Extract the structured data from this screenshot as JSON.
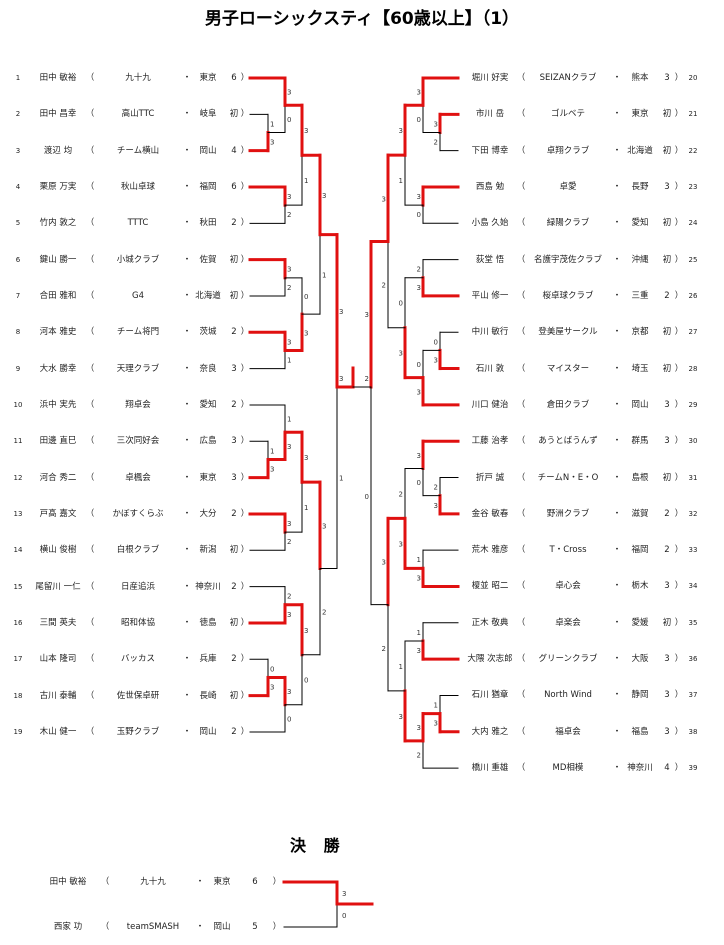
{
  "title": "男子ローシックスティ【60歳以上】（1）",
  "players_left": [
    {
      "no": "1",
      "name": "田中 敏裕",
      "club": "九十九",
      "pref": "東京",
      "count": "6"
    },
    {
      "no": "2",
      "name": "田中 昌幸",
      "club": "高山TTC",
      "pref": "岐阜",
      "count": "初"
    },
    {
      "no": "3",
      "name": "渡辺 均",
      "club": "チーム横山",
      "pref": "岡山",
      "count": "4"
    },
    {
      "no": "4",
      "name": "栗原 万実",
      "club": "秋山卓球",
      "pref": "福岡",
      "count": "6"
    },
    {
      "no": "5",
      "name": "竹内 敦之",
      "club": "TTTC",
      "pref": "秋田",
      "count": "2"
    },
    {
      "no": "6",
      "name": "鍵山 勝一",
      "club": "小城クラブ",
      "pref": "佐賀",
      "count": "初"
    },
    {
      "no": "7",
      "name": "合田 雅和",
      "club": "G4",
      "pref": "北海道",
      "count": "初"
    },
    {
      "no": "8",
      "name": "河本 雅史",
      "club": "チーム将門",
      "pref": "茨城",
      "count": "2"
    },
    {
      "no": "9",
      "name": "大水 勝幸",
      "club": "天理クラブ",
      "pref": "奈良",
      "count": "3"
    },
    {
      "no": "10",
      "name": "浜中 実先",
      "club": "翔卓会",
      "pref": "愛知",
      "count": "2"
    },
    {
      "no": "11",
      "name": "田邊 直巳",
      "club": "三次同好会",
      "pref": "広島",
      "count": "3"
    },
    {
      "no": "12",
      "name": "河合 秀二",
      "club": "卓楓会",
      "pref": "東京",
      "count": "3"
    },
    {
      "no": "13",
      "name": "戸髙 嘉文",
      "club": "かぼすくらぶ",
      "pref": "大分",
      "count": "2"
    },
    {
      "no": "14",
      "name": "横山 俊樹",
      "club": "白根クラブ",
      "pref": "新潟",
      "count": "初"
    },
    {
      "no": "15",
      "name": "尾留川 一仁",
      "club": "日産追浜",
      "pref": "神奈川",
      "count": "2"
    },
    {
      "no": "16",
      "name": "三間 英夫",
      "club": "昭和体協",
      "pref": "徳島",
      "count": "初"
    },
    {
      "no": "17",
      "name": "山本 隆司",
      "club": "バッカス",
      "pref": "兵庫",
      "count": "2"
    },
    {
      "no": "18",
      "name": "古川 泰輔",
      "club": "佐世保卓研",
      "pref": "長崎",
      "count": "初"
    },
    {
      "no": "19",
      "name": "木山 健一",
      "club": "玉野クラブ",
      "pref": "岡山",
      "count": "2"
    }
  ],
  "players_right": [
    {
      "no": "20",
      "name": "堀川 好実",
      "club": "SEIZANクラブ",
      "pref": "熊本",
      "count": "3"
    },
    {
      "no": "21",
      "name": "市川 岳",
      "club": "ゴルベテ",
      "pref": "東京",
      "count": "初"
    },
    {
      "no": "22",
      "name": "下田 博幸",
      "club": "卓翔クラブ",
      "pref": "北海道",
      "count": "初"
    },
    {
      "no": "23",
      "name": "西島 勉",
      "club": "卓愛",
      "pref": "長野",
      "count": "3"
    },
    {
      "no": "24",
      "name": "小島 久始",
      "club": "緑陽クラブ",
      "pref": "愛知",
      "count": "初"
    },
    {
      "no": "25",
      "name": "荻堂 悟",
      "club": "名護宇茂佐クラブ",
      "pref": "沖縄",
      "count": "初"
    },
    {
      "no": "26",
      "name": "平山 修一",
      "club": "桜卓球クラブ",
      "pref": "三重",
      "count": "2"
    },
    {
      "no": "27",
      "name": "中川 敏行",
      "club": "登美屋サークル",
      "pref": "京都",
      "count": "初"
    },
    {
      "no": "28",
      "name": "石川 敦",
      "club": "マイスター",
      "pref": "埼玉",
      "count": "初"
    },
    {
      "no": "29",
      "name": "川口 健治",
      "club": "倉田クラブ",
      "pref": "岡山",
      "count": "3"
    },
    {
      "no": "30",
      "name": "工藤 治孝",
      "club": "あうとばうんず",
      "pref": "群馬",
      "count": "3"
    },
    {
      "no": "31",
      "name": "折戸 誠",
      "club": "チームN・E・O",
      "pref": "島根",
      "count": "初"
    },
    {
      "no": "32",
      "name": "金谷 敏春",
      "club": "野洲クラブ",
      "pref": "滋賀",
      "count": "2"
    },
    {
      "no": "33",
      "name": "荒木 雅彦",
      "club": "T・Cross",
      "pref": "福岡",
      "count": "2"
    },
    {
      "no": "34",
      "name": "榎並 昭二",
      "club": "卓心会",
      "pref": "栃木",
      "count": "3"
    },
    {
      "no": "35",
      "name": "正木 敬典",
      "club": "卓楽会",
      "pref": "愛媛",
      "count": "初"
    },
    {
      "no": "36",
      "name": "大隈 次志郎",
      "club": "グリーンクラブ",
      "pref": "大阪",
      "count": "3"
    },
    {
      "no": "37",
      "name": "石川 猶章",
      "club": "North Wind",
      "pref": "静岡",
      "count": "3"
    },
    {
      "no": "38",
      "name": "大内 雅之",
      "club": "福卓会",
      "pref": "福島",
      "count": "3"
    },
    {
      "no": "39",
      "name": "橋川 重雄",
      "club": "MD相模",
      "pref": "神奈川",
      "count": "4"
    }
  ],
  "punct": {
    "open": "（",
    "sep": "・",
    "close": "）"
  },
  "bracket": {
    "matches": {
      "A": [
        1,
        3
      ],
      "B": [
        3,
        0
      ],
      "C": [
        3,
        2
      ],
      "D": [
        3,
        1
      ],
      "E": [
        3,
        2
      ],
      "F": [
        3,
        1
      ],
      "G": [
        0,
        3
      ],
      "H": [
        3,
        1
      ],
      "I": [
        1,
        3
      ],
      "J": [
        1,
        3
      ],
      "K": [
        3,
        2
      ],
      "L": [
        3,
        1
      ],
      "M": [
        2,
        3
      ],
      "N": [
        0,
        3
      ],
      "O": [
        3,
        0
      ],
      "P": [
        3,
        0
      ],
      "Q": [
        3,
        2
      ],
      "R": [
        3,
        1
      ],
      "a1": [
        3,
        2
      ],
      "a2": [
        3,
        0
      ],
      "a3": [
        3,
        0
      ],
      "a4": [
        3,
        1
      ],
      "a5": [
        2,
        3
      ],
      "a6": [
        0,
        3
      ],
      "a7": [
        0,
        3
      ],
      "a8": [
        0,
        3
      ],
      "a9": [
        3,
        2
      ],
      "b1": [
        2,
        3
      ],
      "b2": [
        3,
        0
      ],
      "b3": [
        1,
        3
      ],
      "b4": [
        2,
        3
      ],
      "b5": [
        1,
        3
      ],
      "b6": [
        1,
        3
      ],
      "b7": [
        3,
        2
      ],
      "b8": [
        1,
        3
      ],
      "b9": [
        3,
        2
      ],
      "RR": [
        3,
        0
      ]
    },
    "semifinal": [
      3,
      2
    ]
  },
  "final": {
    "title": "決 勝",
    "players": [
      {
        "name": "田中 敏裕",
        "club": "九十九",
        "pref": "東京",
        "count": "6"
      },
      {
        "name": "西家 功",
        "club": "teamSMASH",
        "pref": "岡山",
        "count": "5"
      }
    ],
    "scores": [
      3,
      0
    ]
  },
  "colors": {
    "winner_line": "#e01010",
    "line": "#000000"
  }
}
